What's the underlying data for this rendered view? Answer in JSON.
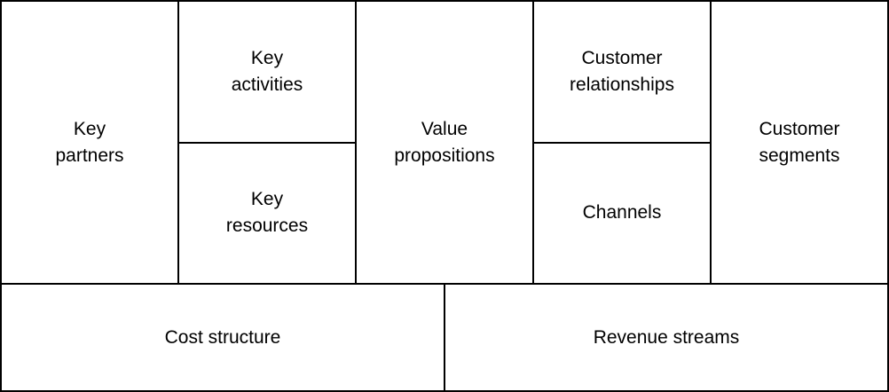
{
  "diagram": {
    "colors": {
      "line": "#000000",
      "cell_background": "#ffffff",
      "text": "#000000"
    },
    "cells": {
      "key_partners": {
        "label": "Key\npartners"
      },
      "key_activities": {
        "label": "Key\nactivities"
      },
      "key_resources": {
        "label": "Key\nresources"
      },
      "value_propositions": {
        "label": "Value\npropositions"
      },
      "customer_relationships": {
        "label": "Customer\nrelationships"
      },
      "channels": {
        "label": "Channels"
      },
      "customer_segments": {
        "label": "Customer\nsegments"
      },
      "cost_structure": {
        "label": "Cost structure"
      },
      "revenue_streams": {
        "label": "Revenue streams"
      }
    }
  }
}
